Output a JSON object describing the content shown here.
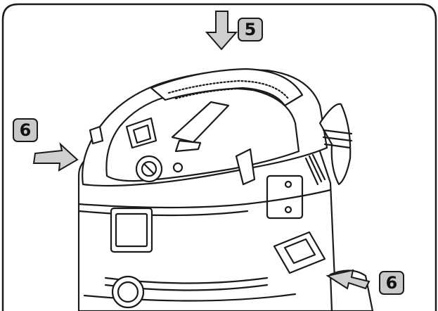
{
  "callouts": {
    "top": "5",
    "left": "6",
    "right": "6"
  },
  "colors": {
    "line": "#1a1a1a",
    "callout_fill": "#c9c9c9",
    "arrow_fill": "#cfcfcf",
    "background": "#ffffff"
  },
  "icons": [
    "down-arrow-icon",
    "right-arrow-icon",
    "diagonal-arrow-icon"
  ]
}
